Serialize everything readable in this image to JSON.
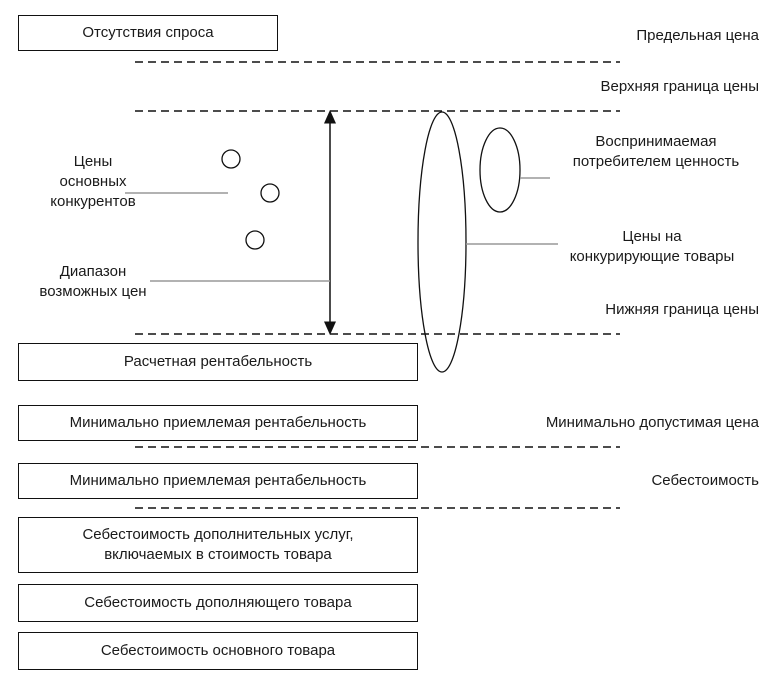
{
  "boxes": {
    "no_demand": "Отсутствия спроса",
    "estimated_profitability": "Расчетная рентабельность",
    "min_profitability_1": "Минимально приемлемая рентабельность",
    "min_profitability_2": "Минимально приемлемая рентабельность",
    "extra_services_cost_line1": "Себестоимость дополнительных услуг,",
    "extra_services_cost_line2": "включаемых в стоимость товара",
    "complementary_cost": "Себестоимость дополняющего товара",
    "main_product_cost": "Себестоимость основного товара"
  },
  "right_labels": {
    "limit_price": "Предельная цена",
    "upper_bound": "Верхняя граница цены",
    "perceived_value_line1": "Воспринимаемая",
    "perceived_value_line2": "потребителем ценность",
    "competing_prices_line1": "Цены на",
    "competing_prices_line2": "конкурирующие товары",
    "lower_bound": "Нижняя граница цены",
    "min_acceptable_price": "Минимально допустимая цена",
    "cost": "Себестоимость"
  },
  "left_labels": {
    "competitor_prices_line1": "Цены",
    "competitor_prices_line2": "основных",
    "competitor_prices_line3": "конкурентов",
    "price_range_line1": "Диапазон",
    "price_range_line2": "возможных цен"
  }
}
